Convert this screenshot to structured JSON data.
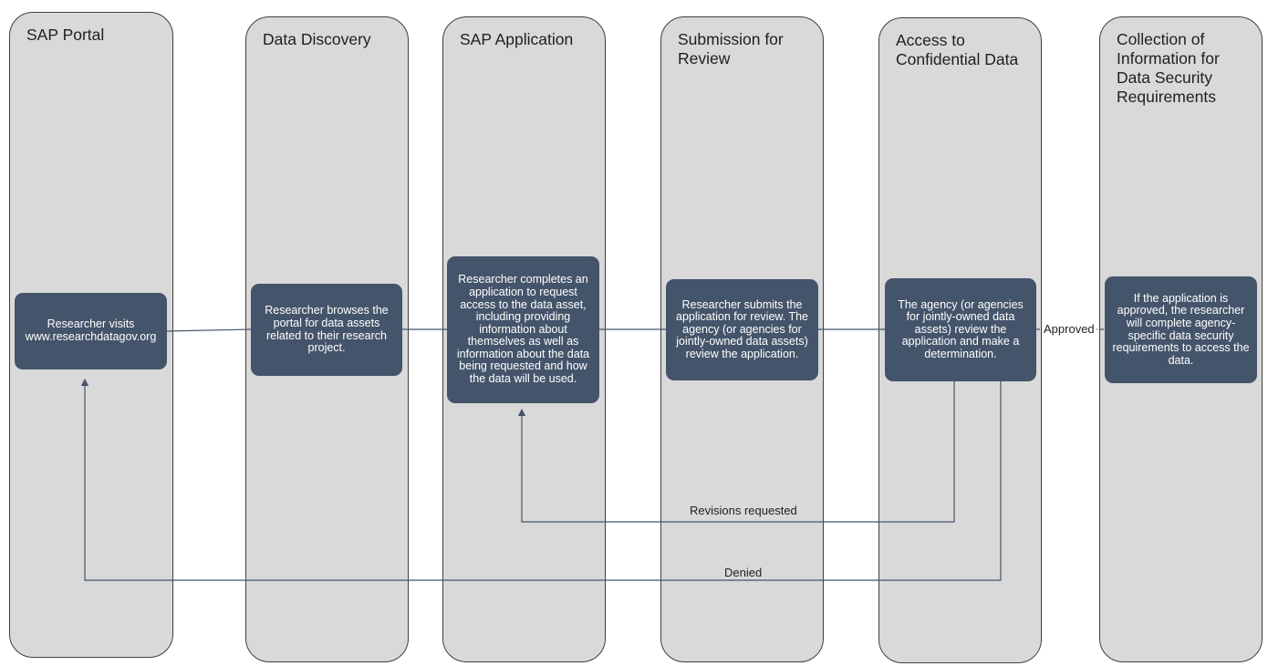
{
  "lanes": [
    {
      "title": "SAP Portal"
    },
    {
      "title": "Data Discovery"
    },
    {
      "title": "SAP Application"
    },
    {
      "title": "Submission for Review"
    },
    {
      "title": "Access to Confidential Data"
    },
    {
      "title": "Collection of Information for Data Security Requirements"
    }
  ],
  "steps": [
    {
      "text": "Researcher visits www.researchdatagov.org"
    },
    {
      "text": "Researcher browses the portal for data assets related to their research project."
    },
    {
      "text": "Researcher completes an application to request access to the data asset, including providing information about themselves as well as information about the data being requested and how the data will be used."
    },
    {
      "text": "Researcher submits the application for review. The agency (or agencies for jointly-owned data assets) review the application."
    },
    {
      "text": "The agency (or agencies for jointly-owned data assets) review the application and make a determination."
    },
    {
      "text": "If the application is approved, the researcher will complete agency-specific data security requirements to access the data."
    }
  ],
  "edges": {
    "approved": "Approved",
    "revisions": "Revisions requested",
    "denied": "Denied"
  },
  "colors": {
    "lane_fill": "#d9d9d9",
    "box_fill": "#44546a",
    "connector": "#44546a"
  }
}
